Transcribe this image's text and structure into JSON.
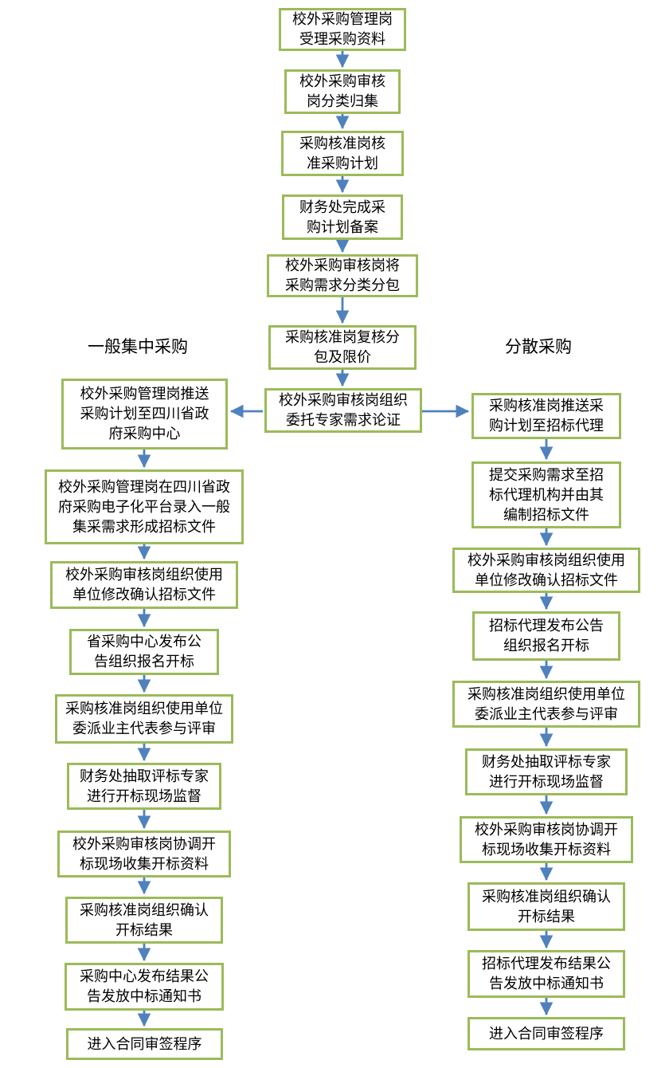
{
  "flow": {
    "branch_left_title": "一般集中采购",
    "branch_right_title": "分散采购",
    "center": [
      "校外采购管理岗\n受理采购资料",
      "校外采购审核\n岗分类归集",
      "采购核准岗核\n准采购计划",
      "财务处完成采\n购计划备案",
      "校外采购审核岗将\n采购需求分类分包",
      "采购核准岗复核分\n包及限价",
      "校外采购审核岗组织\n委托专家需求论证"
    ],
    "left": [
      "校外采购管理岗推送\n采购计划至四川省政\n府采购中心",
      "校外采购管理岗在四川省政\n府采购电子化平台录入一般\n集采需求形成招标文件",
      "校外采购审核岗组织使用\n单位修改确认招标文件",
      "省采购中心发布公\n告组织报名开标",
      "采购核准岗组织使用单位\n委派业主代表参与评审",
      "财务处抽取评标专家\n进行开标现场监督",
      "校外采购审核岗协调开\n标现场收集开标资料",
      "采购核准岗组织确认\n开标结果",
      "采购中心发布结果公\n告发放中标通知书",
      "进入合同审签程序"
    ],
    "right": [
      "采购核准岗推送采\n购计划至招标代理",
      "提交采购需求至招\n标代理机构并由其\n编制招标文件",
      "校外采购审核岗组织使用\n单位修改确认招标文件",
      "招标代理发布公告\n组织报名开标",
      "采购核准岗组织使用单位\n委派业主代表参与评审",
      "财务处抽取评标专家\n进行开标现场监督",
      "校外采购审核岗协调开\n标现场收集开标资料",
      "采购核准岗组织确认\n开标结果",
      "招标代理发布结果公\n告发放中标通知书",
      "进入合同审签程序"
    ],
    "colors": {
      "box_border": "#9bbb59",
      "arrow": "#4f81bd",
      "text": "#000000",
      "background": "#ffffff"
    }
  }
}
